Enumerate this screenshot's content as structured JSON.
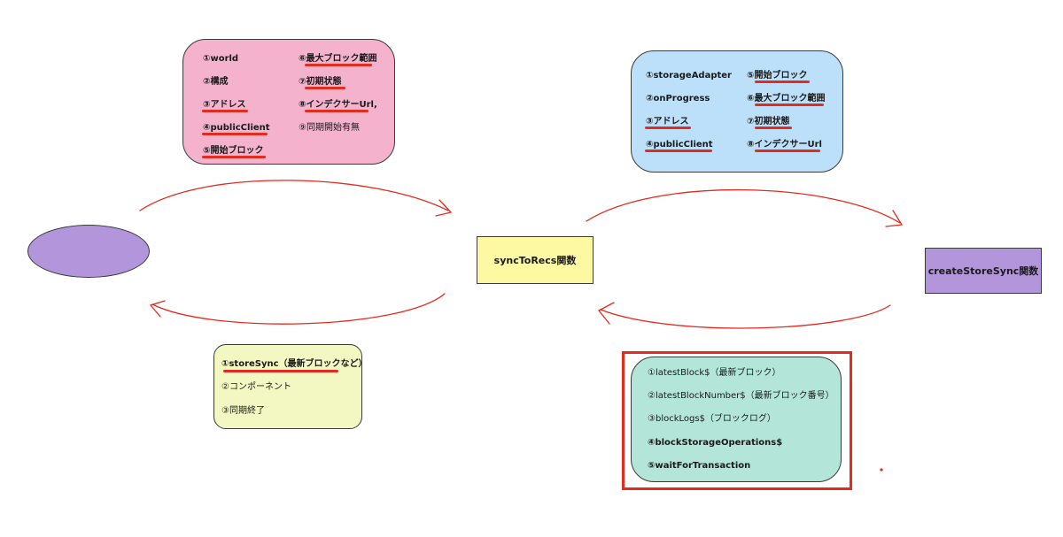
{
  "colors": {
    "pink_box": "#f4b2cd",
    "blue_box": "#bde0fa",
    "yellow_box": "#fdf8a2",
    "green_box": "#f3f8c2",
    "teal_box": "#b3e5d9",
    "purple": "#b395dc",
    "arrow_red": "#e32b1e"
  },
  "left_node": {
    "label": ""
  },
  "center_node": {
    "label": "syncToRecs関数"
  },
  "right_node": {
    "label": "createStoreSync関数"
  },
  "pink_box": {
    "col1": [
      "①world",
      "②構成",
      "③アドレス",
      "④publicClient",
      "⑤開始ブロック"
    ],
    "col2": [
      "⑥最大ブロック範囲",
      "⑦初期状態",
      "⑧インデクサーUrl,",
      "⑨同期開始有無"
    ]
  },
  "blue_box": {
    "col1": [
      "①storageAdapter",
      "②onProgress",
      "③アドレス",
      "④publicClient"
    ],
    "col2": [
      "⑤開始ブロック",
      "⑥最大ブロック範囲",
      "⑦初期状態",
      "⑧インデクサーUrl"
    ]
  },
  "green_box": {
    "items": [
      "①storeSync（最新ブロックなど）",
      "②コンポーネント",
      "③同期終了"
    ]
  },
  "teal_box": {
    "items": [
      "①latestBlock$（最新ブロック）",
      "②latestBlockNumber$（最新ブロック番号）",
      "③blockLogs$（ブロックログ）",
      "④blockStorageOperations$",
      "⑤waitForTransaction"
    ]
  }
}
